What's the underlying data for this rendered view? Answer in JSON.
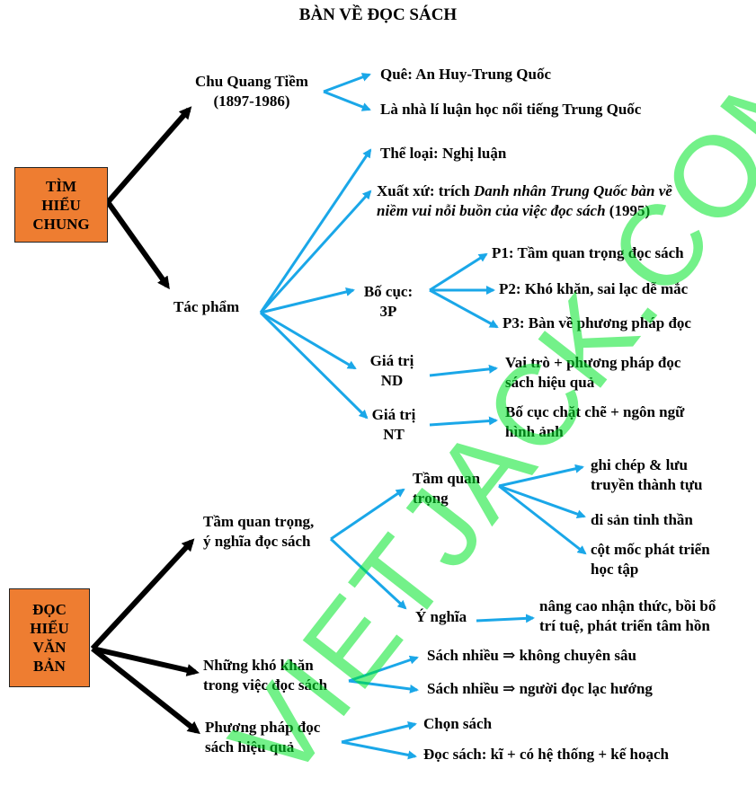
{
  "title": "BÀN VỀ ĐỌC SÁCH",
  "watermark": "VIETJACK.COM",
  "colors": {
    "box": "#ee7d31",
    "blue_arrow": "#1aa7e8",
    "black_arrow": "#000000",
    "watermark": "#00e628"
  },
  "section1": {
    "box": [
      "TÌM",
      "HIỂU",
      "CHUNG"
    ],
    "author": {
      "name": "Chu Quang Tiềm",
      "years": "(1897-1986)",
      "items": [
        "Quê: An Huy-Trung Quốc",
        "Là nhà lí luận học nổi tiếng Trung Quốc"
      ]
    },
    "work": {
      "label": "Tác phẩm",
      "genre": "Thể loại: Nghị luận",
      "origin_prefix": "Xuất xứ: trích ",
      "origin_italic_1": "Danh nhân Trung Quốc bàn về",
      "origin_italic_2": "niềm vui nỗi buồn của việc đọc sách",
      "origin_year": " (1995)",
      "layout": {
        "label_1": "Bố cục:",
        "label_2": "3P",
        "parts": [
          "P1: Tầm quan trọng đọc sách",
          "P2: Khó khăn, sai lạc dễ mắc",
          "P3: Bàn về phương pháp đọc"
        ]
      },
      "content_value": {
        "label_1": "Giá trị",
        "label_2": "ND",
        "text_1": "Vai trò + phương pháp đọc",
        "text_2": "sách hiệu quả"
      },
      "art_value": {
        "label_1": "Giá trị",
        "label_2": "NT",
        "text_1": "Bố cục chặt chẽ + ngôn ngữ",
        "text_2": "hình ảnh"
      }
    }
  },
  "section2": {
    "box": [
      "ĐỌC",
      "HIỂU",
      "VĂN",
      "BẢN"
    ],
    "importance": {
      "label_1": "Tầm quan trọng,",
      "label_2": "ý nghĩa đọc sách",
      "sub_importance": {
        "label_1": "Tầm quan",
        "label_2": "trọng",
        "items": [
          [
            "ghi chép & lưu",
            "truyền thành tựu"
          ],
          [
            "di sản tinh thần"
          ],
          [
            "cột mốc phát triển",
            "học tập"
          ]
        ]
      },
      "meaning": {
        "label": "Ý nghĩa",
        "text_1": "nâng cao nhận thức, bồi bổ",
        "text_2": "trí tuệ, phát triển tâm hồn"
      }
    },
    "difficulties": {
      "label_1": "Những khó khăn",
      "label_2": "trong việc đọc sách",
      "items": [
        "Sách nhiều ⇒ không chuyên sâu",
        "Sách nhiều ⇒ người đọc lạc hướng"
      ]
    },
    "methods": {
      "label_1": "Phương pháp đọc",
      "label_2": "sách hiệu quả",
      "items": [
        "Chọn sách",
        "Đọc sách: kĩ + có hệ thống + kế hoạch"
      ]
    }
  }
}
